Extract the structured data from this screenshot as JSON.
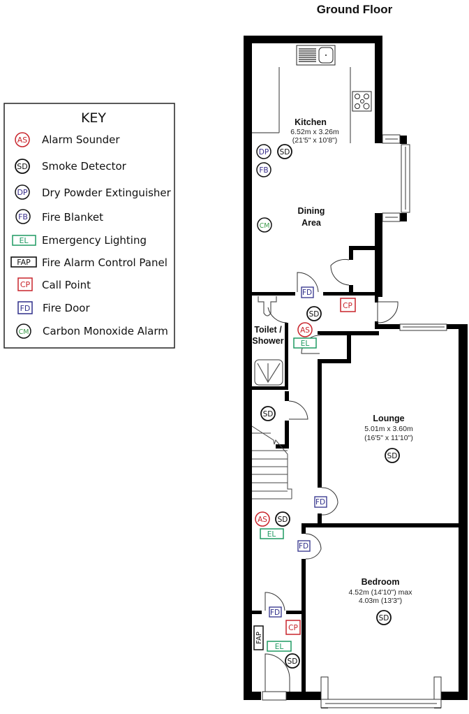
{
  "floor_title": "Ground Floor",
  "key": {
    "title": "KEY",
    "items": [
      {
        "code": "AS",
        "label": "Alarm Sounder",
        "shape": "circle",
        "color": "#c8242b"
      },
      {
        "code": "SD",
        "label": "Smoke Detector",
        "shape": "circle",
        "color": "#111111"
      },
      {
        "code": "DP",
        "label": "Dry Powder Extinguisher",
        "shape": "circle",
        "color": "#3a2f8c"
      },
      {
        "code": "FB",
        "label": "Fire Blanket",
        "shape": "circle",
        "color": "#3a2f8c"
      },
      {
        "code": "EL",
        "label": "Emergency Lighting",
        "shape": "rect",
        "color": "#1f9a62"
      },
      {
        "code": "FAP",
        "label": "Fire Alarm Control Panel",
        "shape": "rect",
        "color": "#111111"
      },
      {
        "code": "CP",
        "label": "Call Point",
        "shape": "rect",
        "color": "#c8242b"
      },
      {
        "code": "FD",
        "label": "Fire Door",
        "shape": "rect",
        "color": "#2f2f8a"
      },
      {
        "code": "CM",
        "label": "Carbon Monoxide Alarm",
        "shape": "circle",
        "color": "#3d9a4a"
      }
    ]
  },
  "rooms": {
    "kitchen": {
      "name": "Kitchen",
      "dim1": "6.52m x 3.26m",
      "dim2": "(21'5\" x 10'8\")"
    },
    "dining": {
      "name1": "Dining",
      "name2": "Area"
    },
    "toilet": {
      "name1": "Toilet /",
      "name2": "Shower"
    },
    "lounge": {
      "name": "Lounge",
      "dim1": "5.01m x 3.60m",
      "dim2": "(16'5\" x 11'10\")"
    },
    "bedroom": {
      "name": "Bedroom",
      "dim1": "4.52m (14'10\") max",
      "dim2": "4.03m (13'3\")"
    }
  },
  "symbols": {
    "dp": "DP",
    "sd": "SD",
    "fb": "FB",
    "cm": "CM",
    "fd": "FD",
    "cp": "CP",
    "as": "AS",
    "el": "EL",
    "fap": "FAP"
  }
}
